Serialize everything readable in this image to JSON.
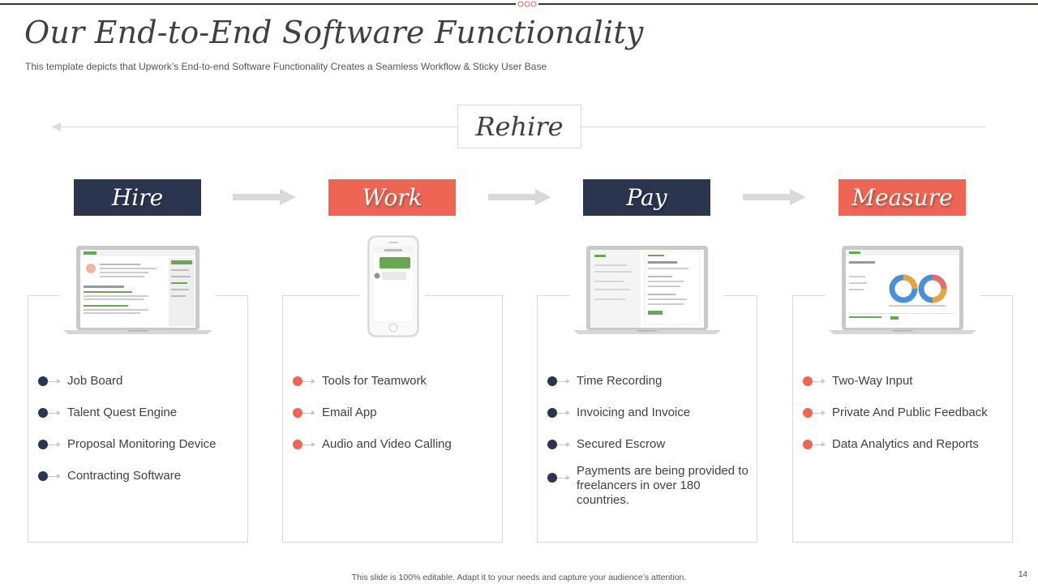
{
  "slide": {
    "title": "Our End-to-End Software Functionality",
    "subtitle": "This template depicts that Upwork’s End-to-end Software Functionality Creates a Seamless Workflow & Sticky User Base",
    "rehire_label": "Rehire",
    "footer_note": "This slide is 100% editable.  Adapt it to your needs and capture your audience’s attention.",
    "page_number": "14"
  },
  "colors": {
    "navy": "#2b3550",
    "coral": "#ef6553",
    "arrow_gray": "#d9d9d9",
    "border_gray": "#d9d9d9"
  },
  "stages": [
    {
      "label": "Hire",
      "color": "navy",
      "device": "laptop-icon",
      "bullets": [
        "Job Board",
        "Talent Quest Engine",
        "Proposal Monitoring Device",
        "Contracting Software"
      ]
    },
    {
      "label": "Work",
      "color": "coral",
      "device": "smartphone-icon",
      "bullets": [
        "Tools for Teamwork",
        "Email App",
        "Audio and Video Calling"
      ]
    },
    {
      "label": "Pay",
      "color": "navy",
      "device": "laptop-icon",
      "bullets": [
        "Time Recording",
        "Invoicing and Invoice",
        "Secured Escrow",
        "Payments are being provided to freelancers in over 180 countries."
      ]
    },
    {
      "label": "Measure",
      "color": "coral",
      "device": "laptop-icon",
      "bullets": [
        "Two-Way Input",
        "Private And Public Feedback",
        "Data Analytics and Reports"
      ]
    }
  ]
}
